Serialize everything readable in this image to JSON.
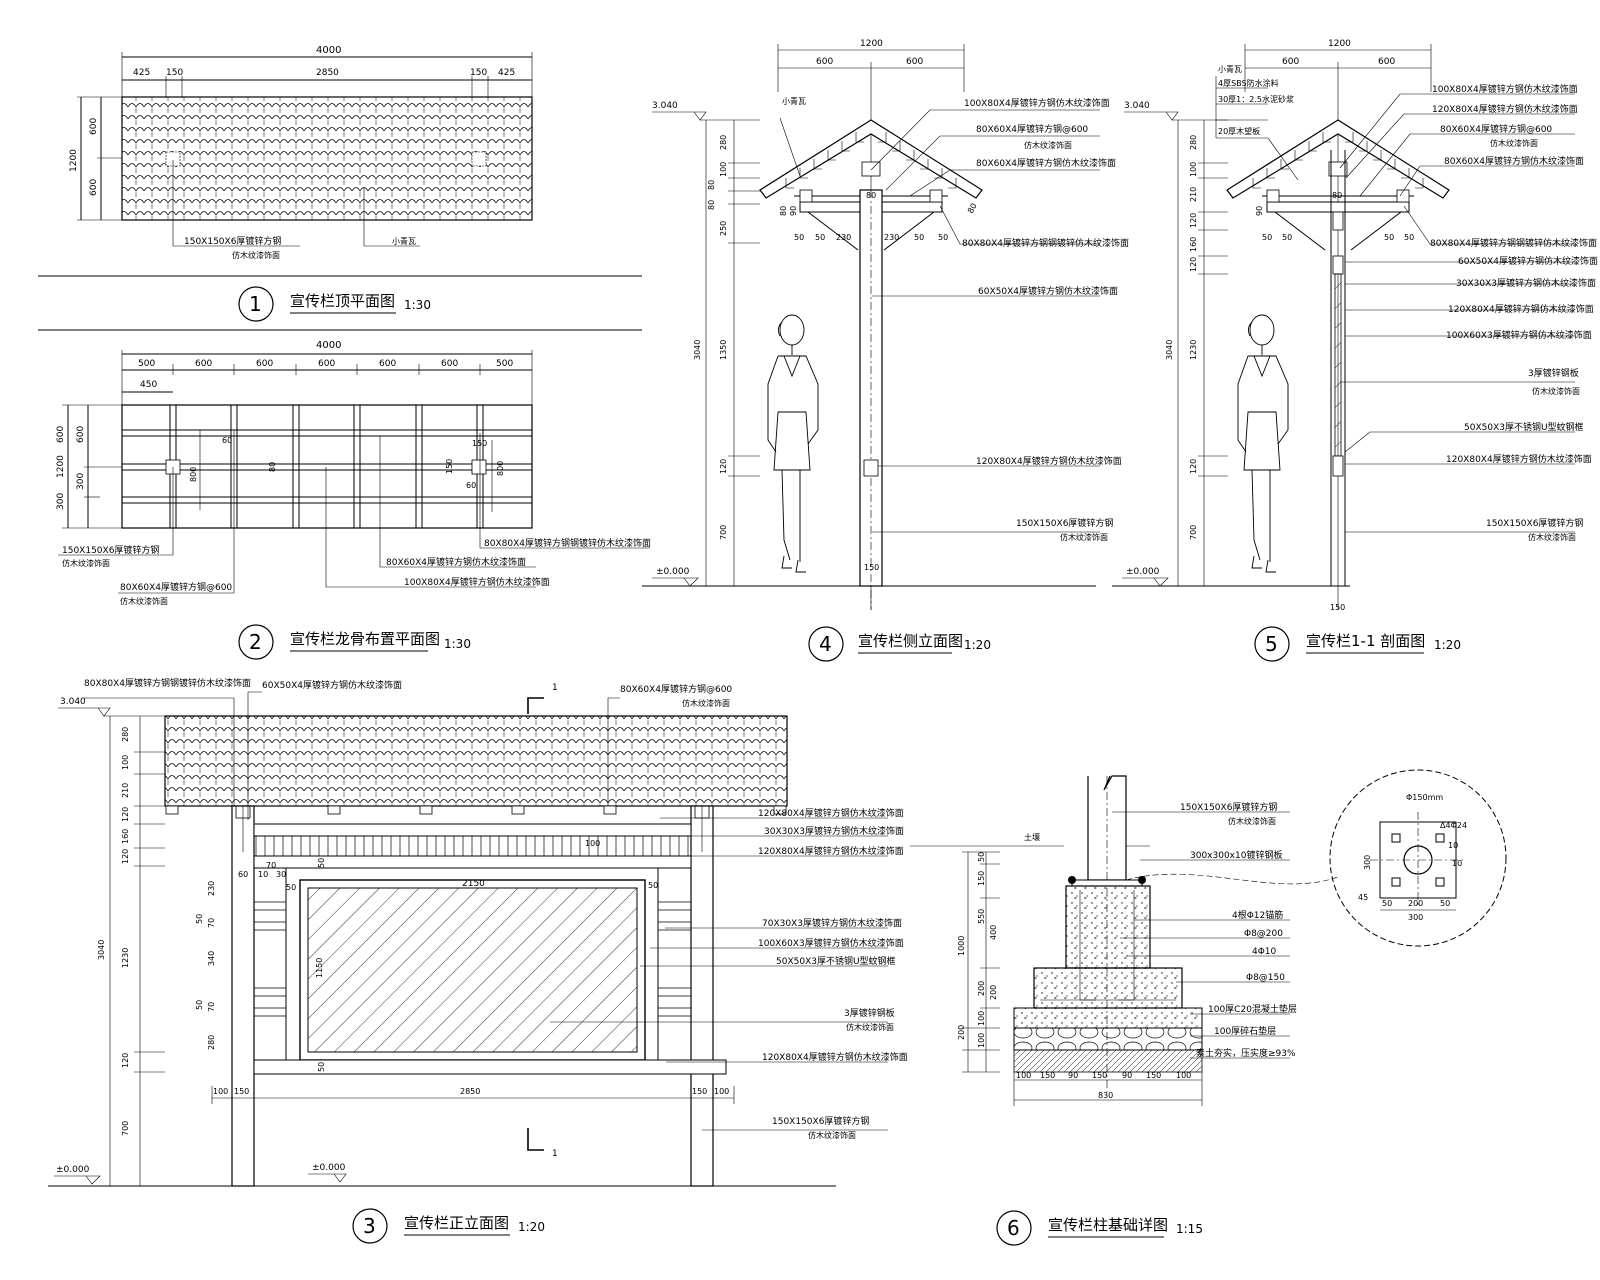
{
  "views": {
    "v1": {
      "num": "1",
      "title": "宣传栏顶平面图",
      "scale": "1:30",
      "dims_top": [
        "4000",
        "425",
        "150",
        "2850",
        "150",
        "425"
      ],
      "dims_left": [
        "1200",
        "600",
        "600"
      ],
      "callouts": [
        "150X150X6厚镀锌方钢",
        "仿木纹漆饰面",
        "小青瓦"
      ]
    },
    "v2": {
      "num": "2",
      "title": "宣传栏龙骨布置平面图",
      "scale": "1:30",
      "dims_top": [
        "4000",
        "500",
        "600",
        "600",
        "600",
        "600",
        "600",
        "500",
        "450"
      ],
      "dims_left": [
        "1200",
        "600",
        "600",
        "300",
        "300"
      ],
      "inner": [
        "60",
        "800",
        "80",
        "150",
        "150",
        "800",
        "60"
      ],
      "callouts": [
        "150X150X6厚镀锌方钢",
        "仿木纹漆饰面",
        "80X60X4厚镀锌方钢@600",
        "仿木纹漆饰面",
        "80X80X4厚镀锌方钢钢镀锌仿木纹漆饰面",
        "80X60X4厚镀锌方钢仿木纹漆饰面",
        "100X80X4厚镀锌方钢仿木纹漆饰面"
      ]
    },
    "v3": {
      "num": "3",
      "title": "宣传栏正立面图",
      "scale": "1:20",
      "levels": [
        "3.040",
        "±0.000",
        "±0.000"
      ],
      "dims_left": [
        "280",
        "100",
        "210",
        "120",
        "160",
        "120",
        "3040",
        "1230",
        "120",
        "700"
      ],
      "dims_inner": [
        "230",
        "50",
        "70",
        "340",
        "50",
        "70",
        "280",
        "60",
        "10",
        "70",
        "30",
        "50",
        "50",
        "1150",
        "50"
      ],
      "dims_bottom": [
        "100",
        "150",
        "2850",
        "150",
        "100",
        "2150",
        "100"
      ],
      "section_mark": "1",
      "callouts": [
        "80X80X4厚镀锌方钢钢镀锌仿木纹漆饰面",
        "60X50X4厚镀锌方钢仿木纹漆饰面",
        "80X60X4厚镀锌方钢@600",
        "仿木纹漆饰面",
        "120X80X4厚镀锌方钢仿木纹漆饰面",
        "30X30X3厚镀锌方钢仿木纹漆饰面",
        "120X80X4厚镀锌方钢仿木纹漆饰面",
        "70X30X3厚镀锌方钢仿木纹漆饰面",
        "100X60X3厚镀锌方钢仿木纹漆饰面",
        "50X50X3厚不锈钢U型蚊钢框",
        "3厚镀锌钢板",
        "仿木纹漆饰面",
        "120X80X4厚镀锌方钢仿木纹漆饰面",
        "150X150X6厚镀锌方钢",
        "仿木纹漆饰面"
      ]
    },
    "v4": {
      "num": "4",
      "title": "宣传栏侧立面图",
      "scale": "1:20",
      "levels": [
        "3.040",
        "±0.000"
      ],
      "dims_top": [
        "1200",
        "600",
        "600"
      ],
      "dims_left": [
        "280",
        "100",
        "80",
        "80",
        "250",
        "3040",
        "1350",
        "120",
        "700"
      ],
      "dims_roof": [
        "90",
        "80",
        "50",
        "50",
        "230",
        "230",
        "50",
        "50",
        "80",
        "80",
        "150"
      ],
      "callouts": [
        "小青瓦",
        "100X80X4厚镀锌方钢仿木纹漆饰面",
        "80X60X4厚镀锌方钢@600",
        "仿木纹漆饰面",
        "80X60X4厚镀锌方钢仿木纹漆饰面",
        "80X80X4厚镀锌方钢钢镀锌仿木纹漆饰面",
        "60X50X4厚镀锌方钢仿木纹漆饰面",
        "120X80X4厚镀锌方钢仿木纹漆饰面",
        "150X150X6厚镀锌方钢",
        "仿木纹漆饰面"
      ]
    },
    "v5": {
      "num": "5",
      "title": "宣传栏1-1 剖面图",
      "scale": "1:20",
      "levels": [
        "3.040",
        "±0.000"
      ],
      "dims_top": [
        "1200",
        "600",
        "600"
      ],
      "dims_left": [
        "280",
        "100",
        "210",
        "120",
        "160",
        "120",
        "3040",
        "1230",
        "120",
        "700"
      ],
      "dims_roof": [
        "90",
        "80",
        "50",
        "50",
        "50",
        "50",
        "150"
      ],
      "layers": [
        "小青瓦",
        "4厚SBS防水涂料",
        "30厚1：2.5水泥砂浆",
        "20厚木望板"
      ],
      "callouts": [
        "100X80X4厚镀锌方钢仿木纹漆饰面",
        "120X80X4厚镀锌方钢仿木纹漆饰面",
        "80X60X4厚镀锌方钢@600",
        "仿木纹漆饰面",
        "80X60X4厚镀锌方钢仿木纹漆饰面",
        "80X80X4厚镀锌方钢钢镀锌仿木纹漆饰面",
        "60X50X4厚镀锌方钢仿木纹漆饰面",
        "30X30X3厚镀锌方钢仿木纹漆饰面",
        "120X80X4厚镀锌方钢仿木纹漆饰面",
        "100X60X3厚镀锌方钢仿木纹漆饰面",
        "3厚镀锌钢板",
        "仿木纹漆饰面",
        "50X50X3厚不锈钢U型蚊钢框",
        "120X80X4厚镀锌方钢仿木纹漆饰面",
        "150X150X6厚镀锌方钢",
        "仿木纹漆饰面"
      ]
    },
    "v6": {
      "num": "6",
      "title": "宣传栏柱基础详图",
      "scale": "1:15",
      "dims_left": [
        "50",
        "150",
        "1000",
        "550",
        "400",
        "200",
        "200",
        "100",
        "100",
        "200"
      ],
      "dims_bottom": [
        "100",
        "150",
        "90",
        "150",
        "90",
        "150",
        "100",
        "830"
      ],
      "callouts": [
        "土壤",
        "150X150X6厚镀锌方钢",
        "仿木纹漆饰面",
        "300x300x10镀锌钢板",
        "4根Φ12锚筋",
        "Φ8@200",
        "4Φ10",
        "Φ8@150",
        "100厚C20混凝土垫层",
        "100厚碎石垫层",
        "素土夯实，压实度≥93%"
      ],
      "detail": [
        "Φ150mm",
        "Δ4Φ24",
        "10",
        "10",
        "300",
        "45",
        "50",
        "200",
        "50",
        "300"
      ]
    }
  }
}
